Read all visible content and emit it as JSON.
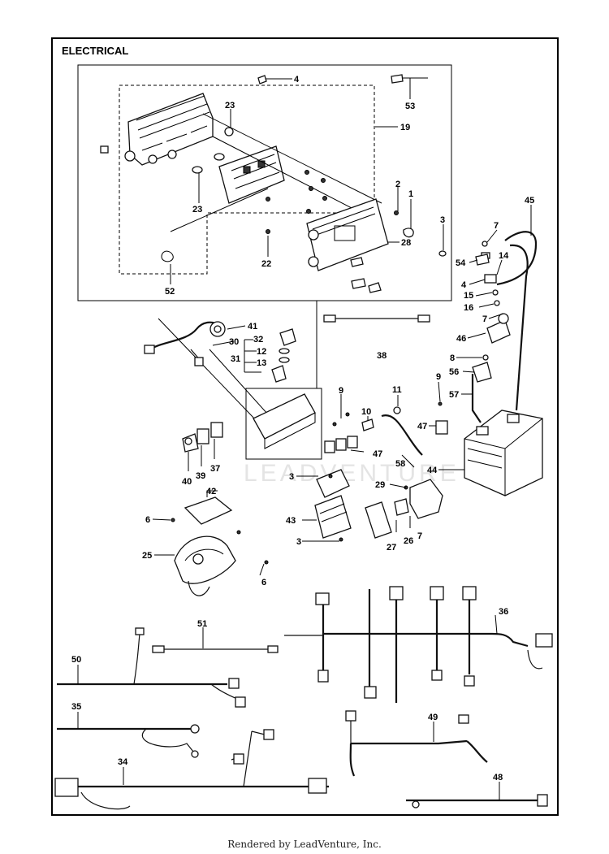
{
  "diagram": {
    "title": "ELECTRICAL",
    "footer": "Rendered by LeadVenture, Inc.",
    "watermark": "LEADVENTURE",
    "callouts": [
      {
        "id": "4a",
        "text": "4"
      },
      {
        "id": "53",
        "text": "53"
      },
      {
        "id": "19",
        "text": "19"
      },
      {
        "id": "23a",
        "text": "23"
      },
      {
        "id": "23b",
        "text": "23"
      },
      {
        "id": "2",
        "text": "2"
      },
      {
        "id": "1",
        "text": "1"
      },
      {
        "id": "3a",
        "text": "3"
      },
      {
        "id": "28",
        "text": "28"
      },
      {
        "id": "22",
        "text": "22"
      },
      {
        "id": "52",
        "text": "52"
      },
      {
        "id": "45",
        "text": "45"
      },
      {
        "id": "7a",
        "text": "7"
      },
      {
        "id": "54",
        "text": "54"
      },
      {
        "id": "14",
        "text": "14"
      },
      {
        "id": "4b",
        "text": "4"
      },
      {
        "id": "15",
        "text": "15"
      },
      {
        "id": "16",
        "text": "16"
      },
      {
        "id": "7b",
        "text": "7"
      },
      {
        "id": "46",
        "text": "46"
      },
      {
        "id": "8",
        "text": "8"
      },
      {
        "id": "56",
        "text": "56"
      },
      {
        "id": "9a",
        "text": "9"
      },
      {
        "id": "57",
        "text": "57"
      },
      {
        "id": "41",
        "text": "41"
      },
      {
        "id": "30",
        "text": "30"
      },
      {
        "id": "32",
        "text": "32"
      },
      {
        "id": "12",
        "text": "12"
      },
      {
        "id": "31",
        "text": "31"
      },
      {
        "id": "13",
        "text": "13"
      },
      {
        "id": "38",
        "text": "38"
      },
      {
        "id": "9b",
        "text": "9"
      },
      {
        "id": "11",
        "text": "11"
      },
      {
        "id": "10",
        "text": "10"
      },
      {
        "id": "47a",
        "text": "47"
      },
      {
        "id": "47b",
        "text": "47"
      },
      {
        "id": "58",
        "text": "58"
      },
      {
        "id": "44",
        "text": "44"
      },
      {
        "id": "40",
        "text": "40"
      },
      {
        "id": "39",
        "text": "39"
      },
      {
        "id": "37",
        "text": "37"
      },
      {
        "id": "3b",
        "text": "3"
      },
      {
        "id": "29",
        "text": "29"
      },
      {
        "id": "42",
        "text": "42"
      },
      {
        "id": "6a",
        "text": "6"
      },
      {
        "id": "43",
        "text": "43"
      },
      {
        "id": "3c",
        "text": "3"
      },
      {
        "id": "26",
        "text": "26"
      },
      {
        "id": "27",
        "text": "27"
      },
      {
        "id": "7c",
        "text": "7"
      },
      {
        "id": "25",
        "text": "25"
      },
      {
        "id": "6b",
        "text": "6"
      },
      {
        "id": "51",
        "text": "51"
      },
      {
        "id": "36",
        "text": "36"
      },
      {
        "id": "50",
        "text": "50"
      },
      {
        "id": "35",
        "text": "35"
      },
      {
        "id": "49",
        "text": "49"
      },
      {
        "id": "34",
        "text": "34"
      },
      {
        "id": "48",
        "text": "48"
      }
    ]
  }
}
